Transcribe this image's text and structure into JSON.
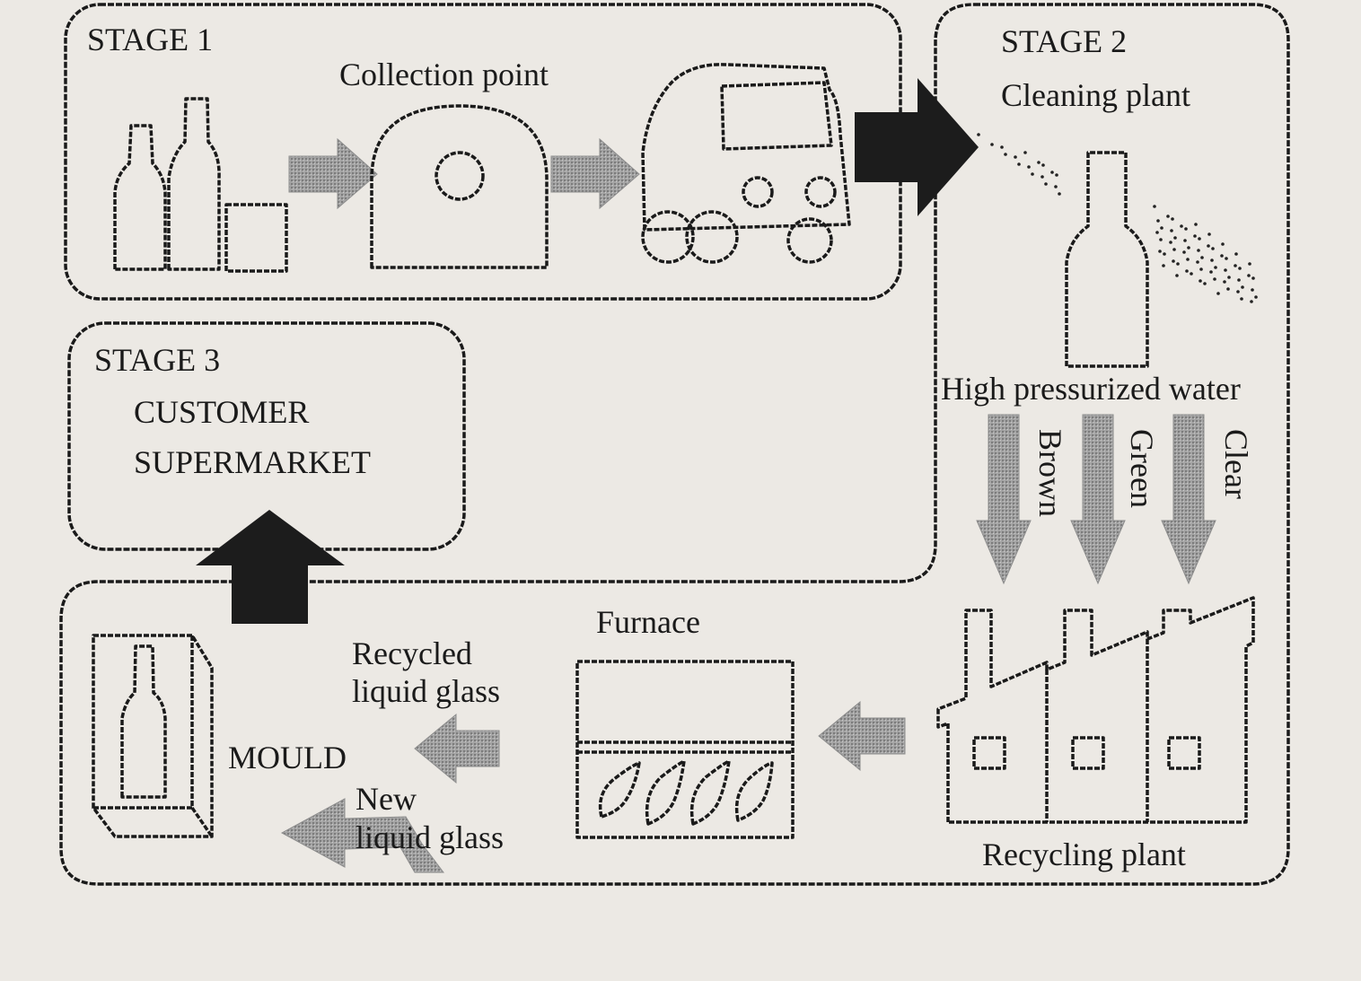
{
  "stage1": {
    "label": "STAGE 1",
    "collection_point": "Collection point"
  },
  "stage2": {
    "label": "STAGE 2",
    "cleaning_plant": "Cleaning plant",
    "high_pressurized_water": "High pressurized water",
    "streams": [
      "Brown",
      "Green",
      "Clear"
    ],
    "recycling_plant": "Recycling plant"
  },
  "stage3": {
    "label": "STAGE 3",
    "line1": "CUSTOMER",
    "line2": "SUPERMARKET"
  },
  "bottom": {
    "furnace": "Furnace",
    "recycled_line1": "Recycled",
    "recycled_line2": "liquid glass",
    "mould": "MOULD",
    "new_line1": "New",
    "new_line2": "liquid glass"
  },
  "colors": {
    "paper": "#ece9e4",
    "ink": "#1a1a1a",
    "grey_arrow": "#9a9a9a",
    "black_arrow": "#1c1c1c"
  },
  "icons": [
    "bottle-icon",
    "jar-icon",
    "collection-bin-icon",
    "truck-icon",
    "water-spray-icon",
    "factory-icon",
    "furnace-icon",
    "flame-icon",
    "mould-icon"
  ]
}
